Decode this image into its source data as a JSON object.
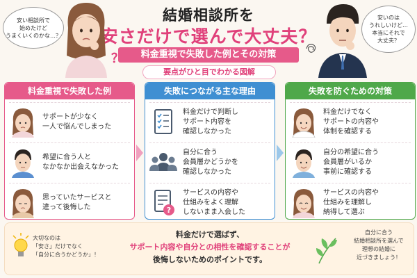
{
  "header": {
    "title_line1": "結婚相談所を",
    "title_line2": "安さだけで選んで大丈夫？",
    "ribbon": "料金重視で失敗した例とその対策",
    "subtitle": "要点がひと目でわかる図解",
    "left_bubble": [
      "安い相談所で",
      "始めたけど",
      "うまくいくのかな…？"
    ],
    "right_bubble": [
      "安いのは",
      "うれしいけど…",
      "本当にそれで",
      "大丈夫？"
    ],
    "question_mark": "？"
  },
  "columns": [
    {
      "title": "料金重視で失敗した例",
      "color": "#e65a8a",
      "rows": [
        {
          "lines": [
            "サポートが少なく",
            "一人で悩んでしまった"
          ]
        },
        {
          "lines": [
            "希望に合う人と",
            "なかなか出会えなかった"
          ]
        },
        {
          "lines": [
            "思っていたサービスと",
            "違って後悔した"
          ]
        }
      ]
    },
    {
      "title": "失敗につながる主な理由",
      "color": "#3f8fd2",
      "rows": [
        {
          "icon": "checklist-icon",
          "lines": [
            "料金だけで判断し",
            "サポート内容を",
            "確認しなかった"
          ]
        },
        {
          "icon": "people-icon",
          "lines": [
            "自分に合う",
            "会員層かどうかを",
            "確認しなかった"
          ]
        },
        {
          "icon": "document-question-icon",
          "lines": [
            "サービスの内容や",
            "仕組みをよく理解",
            "しないまま入会した"
          ]
        }
      ]
    },
    {
      "title": "失敗を防ぐための対策",
      "color": "#4fa84a",
      "rows": [
        {
          "lines": [
            "料金だけでなく",
            "サポートの内容や",
            "体制を確認する"
          ]
        },
        {
          "lines": [
            "自分の希望に合う",
            "会員層がいるか",
            "事前に確認する"
          ]
        },
        {
          "lines": [
            "サービスの内容や",
            "仕組みを理解し",
            "納得して選ぶ"
          ]
        }
      ]
    }
  ],
  "bottom": {
    "left_note": [
      "大切なのは",
      "「安さ」だけでなく",
      "「自分に合うかどうか」！"
    ],
    "main_line1": "料金だけで選ばず、",
    "main_line2": "サポート内容や自分との相性を確認することが",
    "main_line3": "後悔しないためのポイントです。",
    "right_note": [
      "自分に合う",
      "結婚相談所を選んで",
      "理想の結婚に",
      "近づきましょう！"
    ]
  },
  "colors": {
    "pink": "#e65a8a",
    "blue": "#3f8fd2",
    "green": "#4fa84a",
    "background": "#fbf7f1"
  }
}
